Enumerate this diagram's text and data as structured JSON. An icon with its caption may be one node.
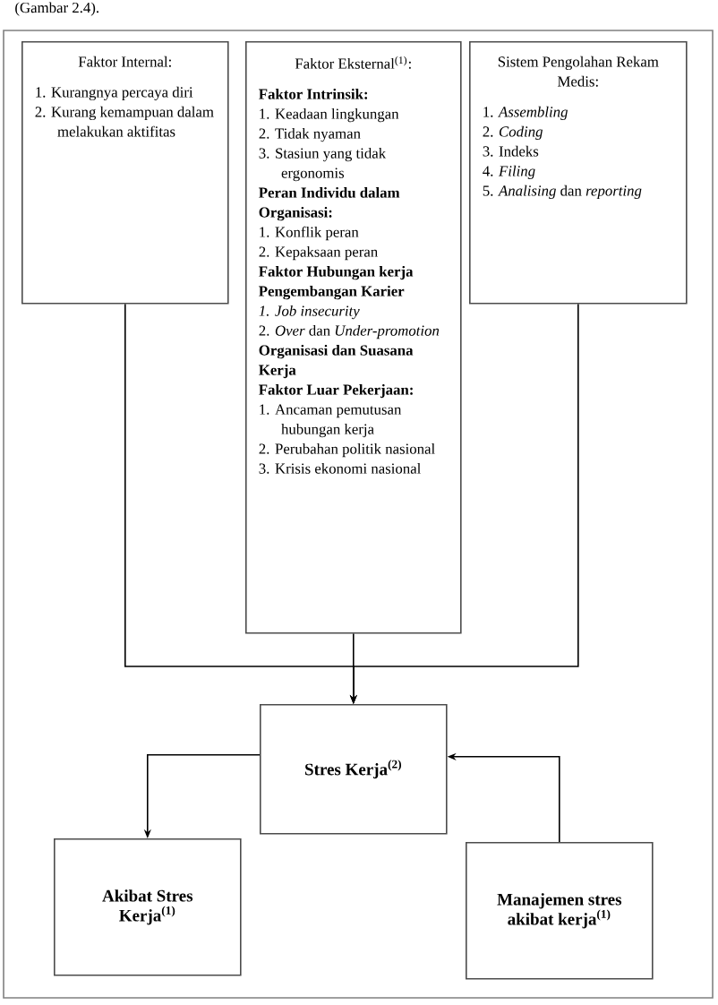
{
  "diagram": {
    "nodes": [
      {
        "text": [
          "Faktor Internal:",
          "1. Kurangnya percaya diri",
          "2. Kurang kemampuan dalam melakukan aktifitas"
        ]
      },
      {
        "text": [
          "Faktor Eksternal$^{(1)}$:",
          "Faktor Intrinsik:",
          "1. Keadaan lingkungan",
          "2. Tidak nyaman",
          "3. Stasiun yang tidak ergonomis",
          "Peran Individu dalam Organisasi:",
          "1. Konflik peran",
          "2. Kepaksaan peran",
          "Faktor Hubungan kerja",
          "Pengembangan Karier",
          "1. Job insecurity",
          "2. *Over* dan *Under-promotion*",
          "Organisasi dan Suasana Kerja",
          "Faktor Luar Pekerjaan:",
          "1. Ancaman pemutusan hubungan kerja",
          "2. Perubahan politik nasional",
          "3. Krisis ekonomi nasional"
        ]
      },
      {
        "text": [
          "Sistem Pengolahan Rekam Medis:",
          "1. *Assembling*",
          "2. *Coding*",
          "3. Indeks",
          "4. *Filing*",
          "5. *Analising* dan *reporting*"
        ]
      },
      {
        "text": [
          "Stres Kerja$^{(2)}$"
        ]
      },
      {
        "text": [
          "Akibat Stres Kerja$^{(1)}$"
        ]
      },
      {
        "text": [
          "Manajemen stres akibat kerja$^{(1)}$"
        ]
      }
    ],
    "edges": [
      {
        "from": 0,
        "to": 3,
        "arrow": "to"
      },
      {
        "from": 1,
        "to": 3,
        "arrow": "to"
      },
      {
        "from": 2,
        "to": 3,
        "arrow": "to"
      },
      {
        "from": 3,
        "to": 4,
        "arrow": "to"
      },
      {
        "from": 5,
        "to": 3,
        "arrow": "to"
      }
    ],
    "labels": [
      "(Gambar 2.4)."
    ]
  }
}
